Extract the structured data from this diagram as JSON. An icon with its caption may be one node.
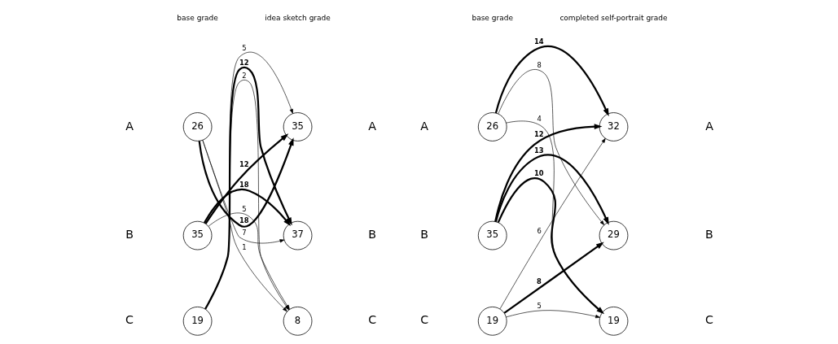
{
  "diagram": {
    "nodes": [
      {
        "text": [
          "26"
        ]
      },
      {
        "text": [
          "35"
        ]
      },
      {
        "text": [
          "19"
        ]
      },
      {
        "text": [
          "35"
        ]
      },
      {
        "text": [
          "37"
        ]
      },
      {
        "text": [
          "8"
        ]
      },
      {
        "text": [
          "26"
        ]
      },
      {
        "text": [
          "35"
        ]
      },
      {
        "text": [
          "19"
        ]
      },
      {
        "text": [
          "32"
        ]
      },
      {
        "text": [
          "29"
        ]
      },
      {
        "text": [
          "19"
        ]
      }
    ],
    "edges": [
      {
        "from": 0,
        "to": 3,
        "arrow": "to",
        "label": "18",
        "style": "thick"
      },
      {
        "from": 0,
        "to": 4,
        "arrow": "to",
        "label": "7"
      },
      {
        "from": 0,
        "to": 5,
        "arrow": "to",
        "label": "1"
      },
      {
        "from": 1,
        "to": 3,
        "arrow": "to",
        "label": "12",
        "style": "thick"
      },
      {
        "from": 1,
        "to": 4,
        "arrow": "to",
        "label": "18",
        "style": "thick"
      },
      {
        "from": 1,
        "to": 5,
        "arrow": "to",
        "label": "5"
      },
      {
        "from": 2,
        "to": 3,
        "arrow": "to",
        "label": "5"
      },
      {
        "from": 2,
        "to": 4,
        "arrow": "to",
        "label": "12",
        "style": "thick"
      },
      {
        "from": 2,
        "to": 5,
        "arrow": "to",
        "label": "2"
      },
      {
        "from": 6,
        "to": 9,
        "arrow": "to",
        "label": "14",
        "style": "thick"
      },
      {
        "from": 6,
        "to": 10,
        "arrow": "to",
        "label": "8"
      },
      {
        "from": 6,
        "to": 11,
        "arrow": "to",
        "label": "4"
      },
      {
        "from": 7,
        "to": 9,
        "arrow": "to",
        "label": "12",
        "style": "thick"
      },
      {
        "from": 7,
        "to": 10,
        "arrow": "to",
        "label": "13",
        "style": "thick"
      },
      {
        "from": 7,
        "to": 11,
        "arrow": "to",
        "label": "10",
        "style": "thick"
      },
      {
        "from": 8,
        "to": 9,
        "arrow": "to",
        "label": "6"
      },
      {
        "from": 8,
        "to": 10,
        "arrow": "to",
        "label": "8",
        "style": "thick"
      },
      {
        "from": 8,
        "to": 11,
        "arrow": "to",
        "label": "5"
      }
    ],
    "labels": [
      "base grade",
      "idea sketch grade",
      "base grade",
      "completed self-portrait grade",
      "A",
      "A",
      "A",
      "A",
      "B",
      "B",
      "B",
      "B",
      "C",
      "C",
      "C",
      "C"
    ]
  }
}
